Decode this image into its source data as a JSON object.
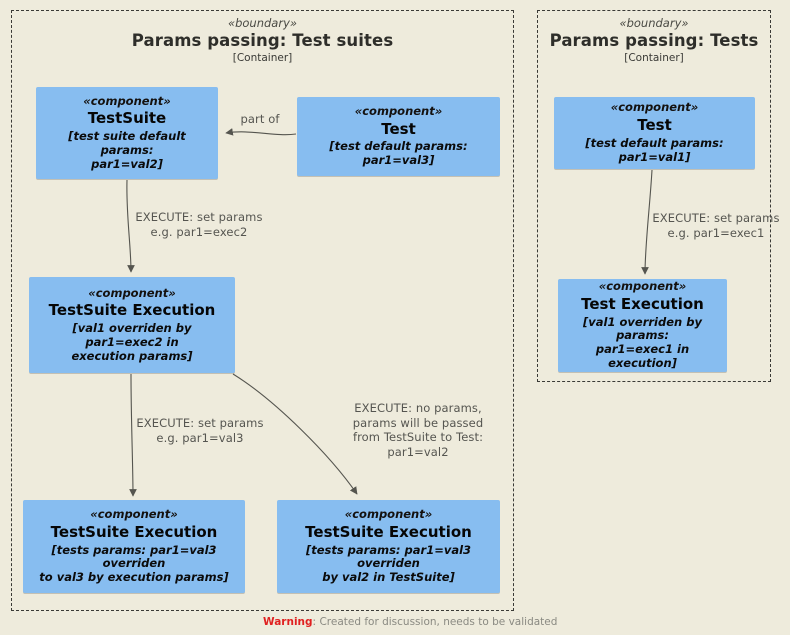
{
  "diagram": {
    "background_color": "#EEEBDC",
    "component_color": "#87BDF0",
    "boundary_border_color": "#3A3A36",
    "edge_color": "#55554F",
    "warning_color": "#E02020"
  },
  "containers": [
    {
      "id": "test-suites",
      "stereotype": "«boundary»",
      "title": "Params passing: Test suites",
      "subtitle": "[Container]"
    },
    {
      "id": "tests",
      "stereotype": "«boundary»",
      "title": "Params passing: Tests",
      "subtitle": "[Container]"
    }
  ],
  "components": [
    {
      "id": "testsuite",
      "stereotype": "«component»",
      "name": "TestSuite",
      "note": "[test suite default params:\npar1=val2]"
    },
    {
      "id": "test-left",
      "stereotype": "«component»",
      "name": "Test",
      "note": "[test default params: par1=val3]"
    },
    {
      "id": "testsuite-execution",
      "stereotype": "«component»",
      "name": "TestSuite Execution",
      "note": "[val1 overriden by par1=exec2 in\nexecution params]"
    },
    {
      "id": "testsuite-execution-left",
      "stereotype": "«component»",
      "name": "TestSuite Execution",
      "note": "[tests params: par1=val3 overriden\nto val3 by execution params]"
    },
    {
      "id": "testsuite-execution-right",
      "stereotype": "«component»",
      "name": "TestSuite Execution",
      "note": "[tests params: par1=val3 overriden\nby val2 in TestSuite]"
    },
    {
      "id": "test-right",
      "stereotype": "«component»",
      "name": "Test",
      "note": "[test default params: par1=val1]"
    },
    {
      "id": "test-execution",
      "stereotype": "«component»",
      "name": "Test Execution",
      "note": "[val1 overriden by params:\npar1=exec1 in execution]"
    }
  ],
  "edge_labels": [
    {
      "id": "part-of",
      "text": "part of"
    },
    {
      "id": "execute-exec2",
      "text": "EXECUTE: set params\ne.g. par1=exec2"
    },
    {
      "id": "execute-val3",
      "text": "EXECUTE: set params\ne.g. par1=val3"
    },
    {
      "id": "execute-no-params",
      "text": "EXECUTE: no params,\nparams will be passed\nfrom TestSuite to Test:\npar1=val2"
    },
    {
      "id": "execute-exec1",
      "text": "EXECUTE: set params\ne.g. par1=exec1"
    }
  ],
  "footer": {
    "warning_key": "Warning",
    "warning_separator": ": ",
    "warning_text": "Created for discussion, needs to be validated"
  }
}
